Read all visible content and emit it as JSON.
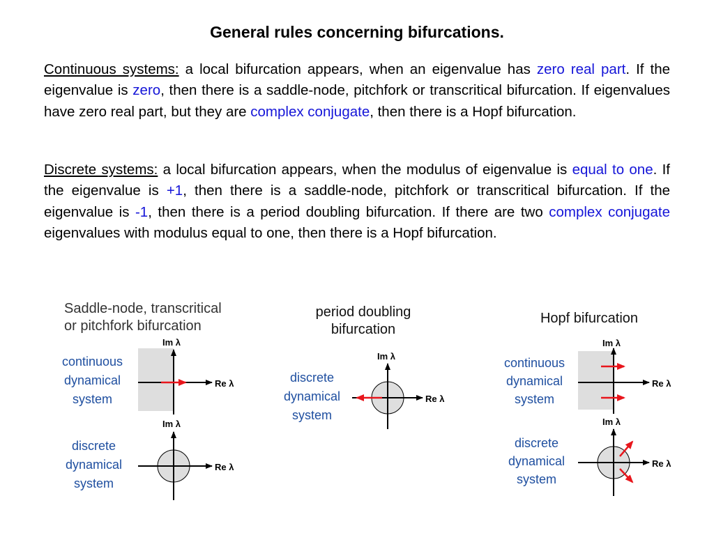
{
  "title": "General rules concerning bifurcations.",
  "continuous": {
    "label": "Continuous systems:",
    "t1": " a local bifurcation appears, when an eigenvalue has ",
    "h1": "zero real part",
    "t2": ". If the eigenvalue is ",
    "h2": "zero",
    "t3": ", then there is a saddle-node, pitchfork or transcritical bifurcation. If eigenvalues have zero real part, but they are ",
    "h3": "complex conjugate",
    "t4": ", then there is a Hopf bifurcation."
  },
  "discrete": {
    "label": "Discrete systems:",
    "t1": " a local bifurcation appears, when the modulus of eigenvalue is ",
    "h1": "equal to one",
    "t2": ". If the eigenvalue is ",
    "h2": "+1",
    "t3": ", then there is a saddle-node, pitchfork or transcritical bifurcation. If the eigenvalue is ",
    "h3": "-1",
    "t4": ", then there is a period doubling bifurcation. If there are two ",
    "h4": "complex conjugate",
    "t5": " eigenvalues with modulus equal to one, then there is a Hopf bifurcation."
  },
  "figures": {
    "saddle": {
      "heading_line1": "Saddle-node, transcritical",
      "heading_line2": "or pitchfork bifurcation",
      "continuous_label": [
        "continuous",
        "dynamical",
        "system"
      ],
      "discrete_label": [
        "discrete",
        "dynamical",
        "system"
      ]
    },
    "period": {
      "heading_line1": "period doubling",
      "heading_line2": "bifurcation",
      "discrete_label": [
        "discrete",
        "dynamical",
        "system"
      ]
    },
    "hopf": {
      "heading": "Hopf bifurcation",
      "continuous_label": [
        "continuous",
        "dynamical",
        "system"
      ],
      "discrete_label": [
        "discrete",
        "dynamical",
        "system"
      ]
    },
    "axis_im": "Im λ",
    "axis_re": "Re λ"
  },
  "colors": {
    "highlight": "#1515d8",
    "label_blue": "#1f4fa0",
    "arrow_red": "#e8161c",
    "shade": "#dedede"
  }
}
